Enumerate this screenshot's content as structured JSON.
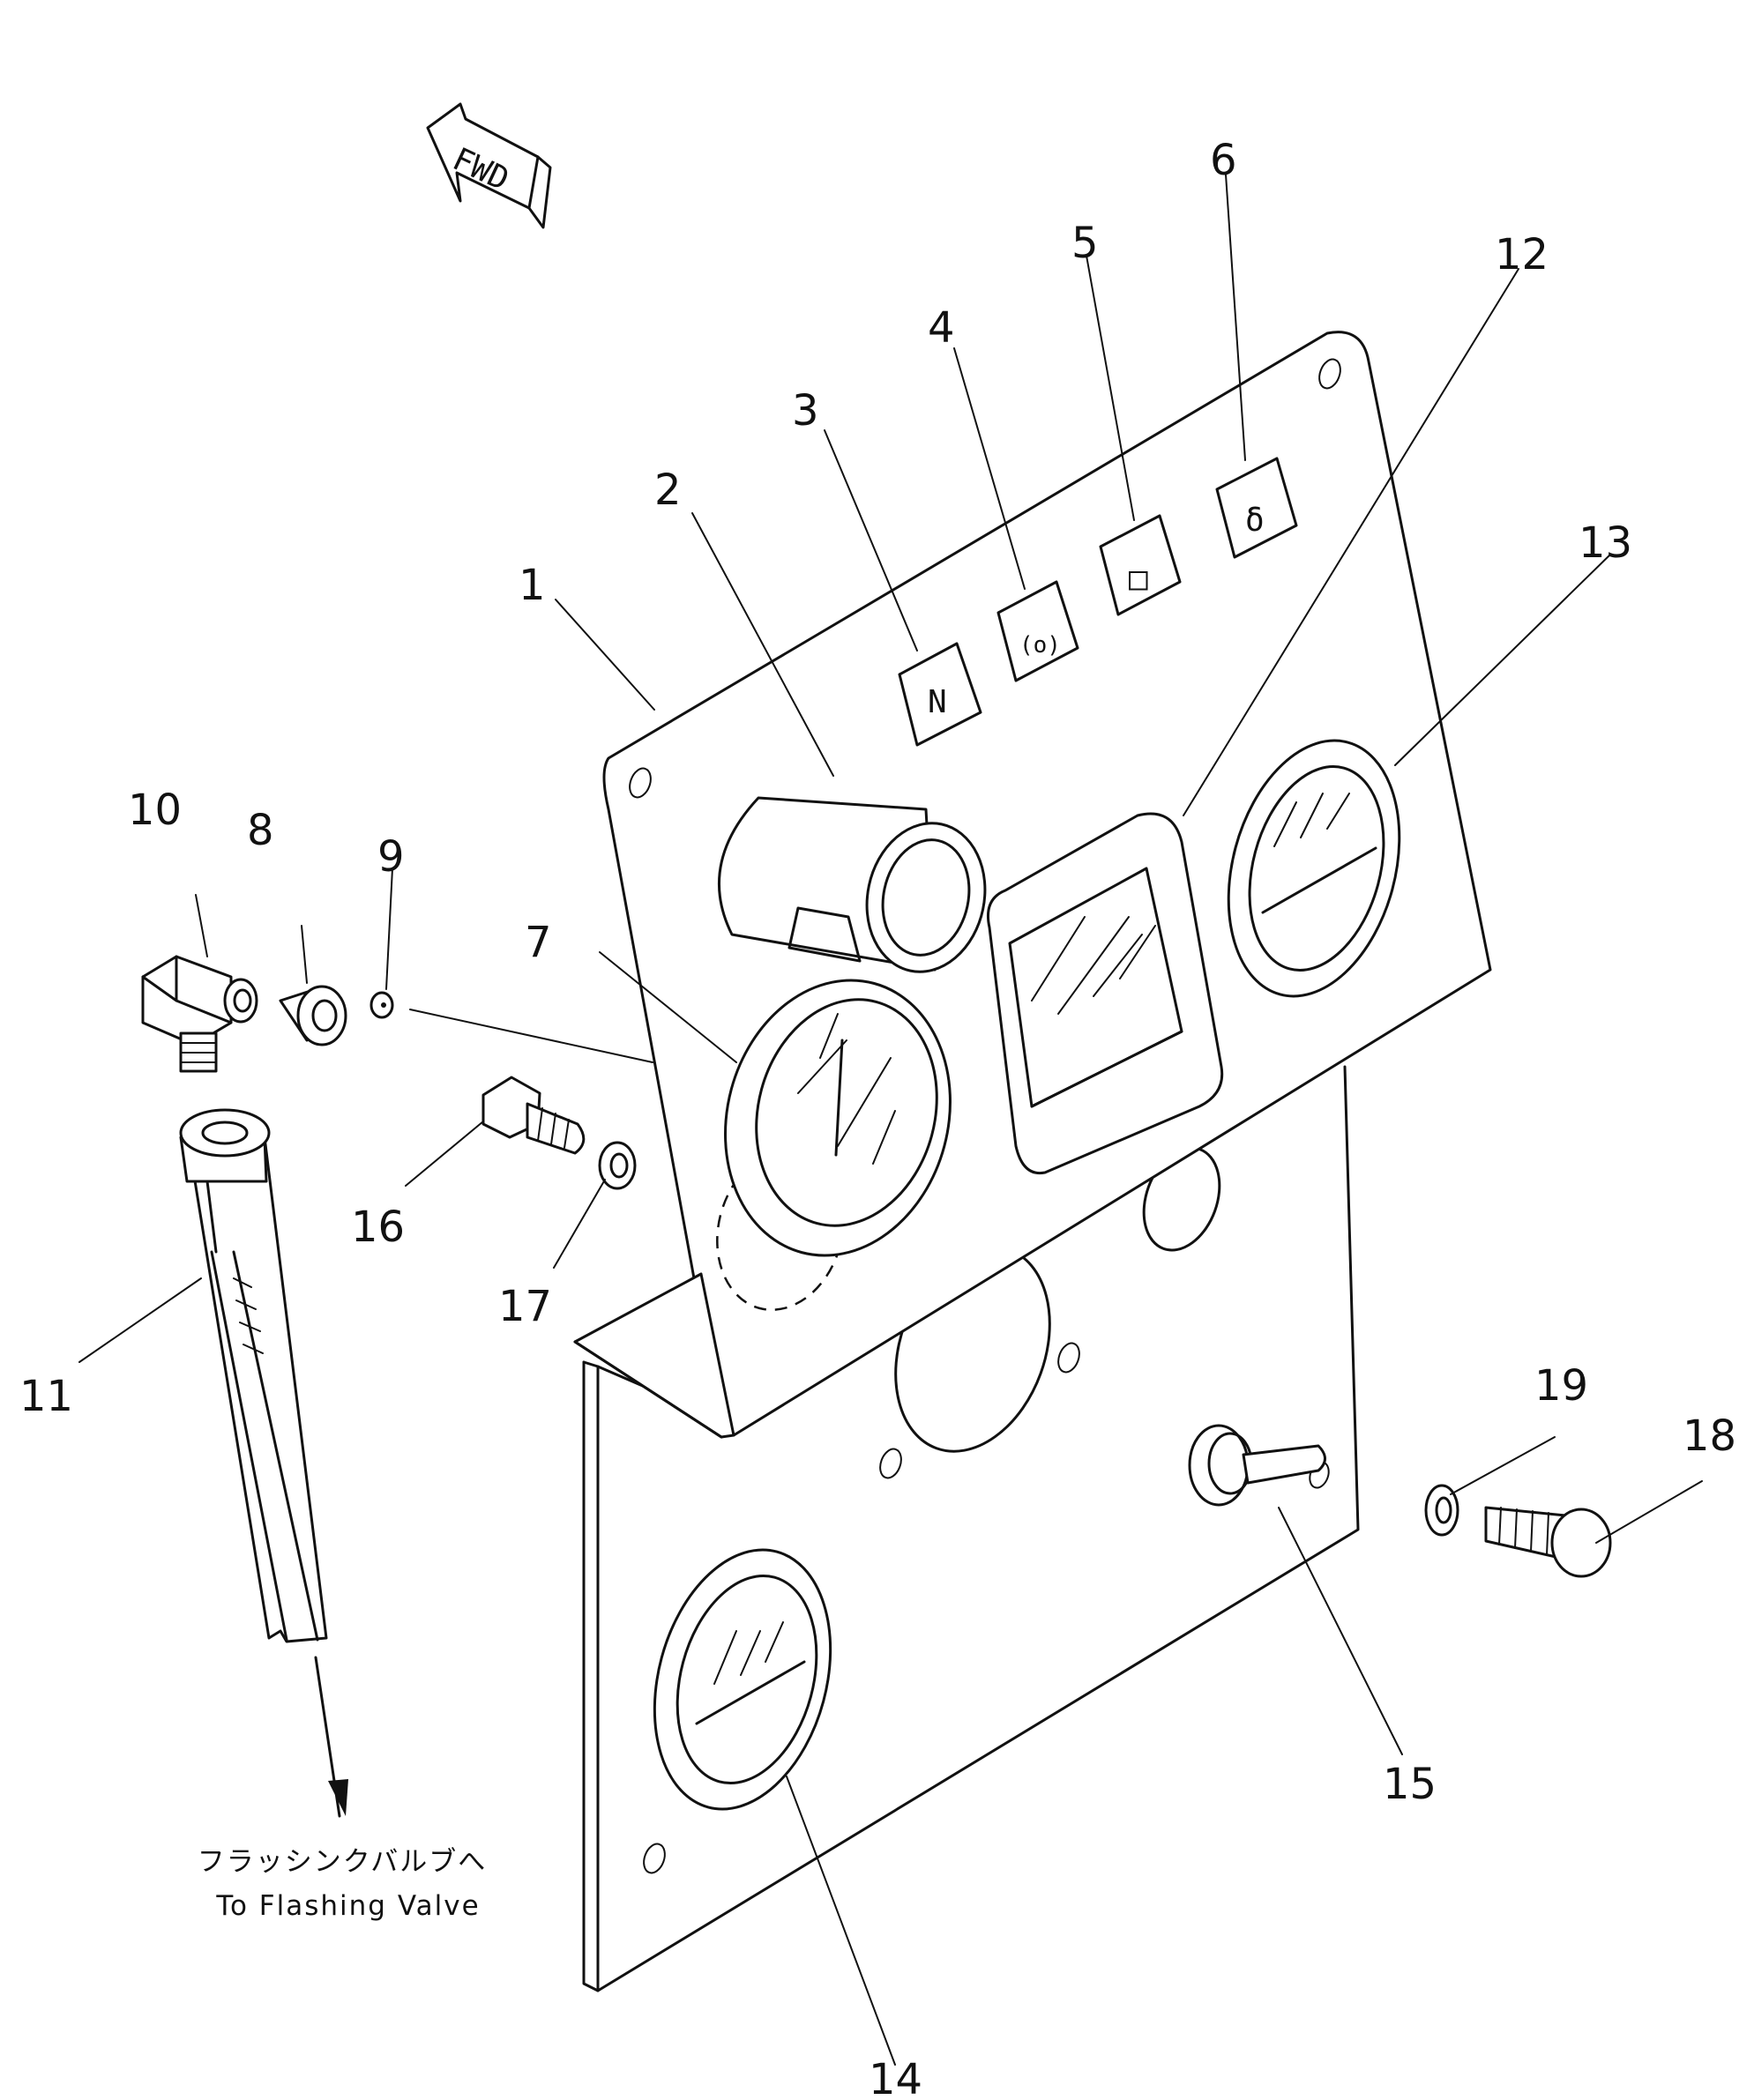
{
  "fwd_label": "FWD",
  "callouts": [
    {
      "id": "1",
      "label": "1"
    },
    {
      "id": "2",
      "label": "2"
    },
    {
      "id": "3",
      "label": "3"
    },
    {
      "id": "4",
      "label": "4"
    },
    {
      "id": "5",
      "label": "5"
    },
    {
      "id": "6",
      "label": "6"
    },
    {
      "id": "7",
      "label": "7"
    },
    {
      "id": "8",
      "label": "8"
    },
    {
      "id": "9",
      "label": "9"
    },
    {
      "id": "10",
      "label": "10"
    },
    {
      "id": "11",
      "label": "11"
    },
    {
      "id": "12",
      "label": "12"
    },
    {
      "id": "13",
      "label": "13"
    },
    {
      "id": "14",
      "label": "14"
    },
    {
      "id": "15",
      "label": "15"
    },
    {
      "id": "16",
      "label": "16"
    },
    {
      "id": "17",
      "label": "17"
    },
    {
      "id": "18",
      "label": "18"
    },
    {
      "id": "19",
      "label": "19"
    }
  ],
  "pipe_destination": {
    "japanese": "フラッシンクバルブへ",
    "english": "To Flashing Valve"
  },
  "switch_symbols": {
    "s3": "N",
    "s4": "(o)",
    "s5": "□",
    "s6": "δ"
  }
}
